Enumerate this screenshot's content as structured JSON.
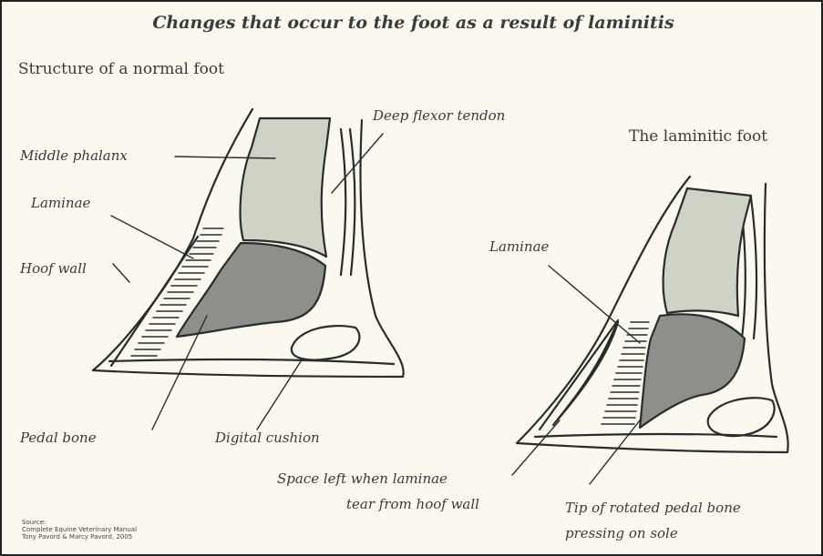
{
  "title": "Changes that occur to the foot as a result of laminitis",
  "normal_foot": {
    "heading": "Structure of a normal foot",
    "labels": {
      "middle_phalanx": "Middle phalanx",
      "deep_flexor_tendon": "Deep flexor tendon",
      "laminae": "Laminae",
      "hoof_wall": "Hoof wall",
      "pedal_bone": "Pedal bone",
      "digital_cushion": "Digital cushion"
    }
  },
  "laminitic_foot": {
    "heading": "The laminitic foot",
    "labels": {
      "laminae": "Laminae",
      "space_left_line1": "Space left when laminae",
      "space_left_line2": "tear from hoof wall",
      "tip_rotated_line1": "Tip of rotated pedal bone",
      "tip_rotated_line2": "pressing on sole"
    }
  },
  "source": {
    "line1": "Source:",
    "line2": "Complete Equine Veterinary Manual",
    "line3": "Tony Pavord & Marcy Pavord, 2005"
  },
  "colors": {
    "line": "#2b2b2b",
    "phalanx_fill": "#cfd3c6",
    "pedal_fill": "#8e8e8a",
    "background": "#fbf8ef"
  }
}
